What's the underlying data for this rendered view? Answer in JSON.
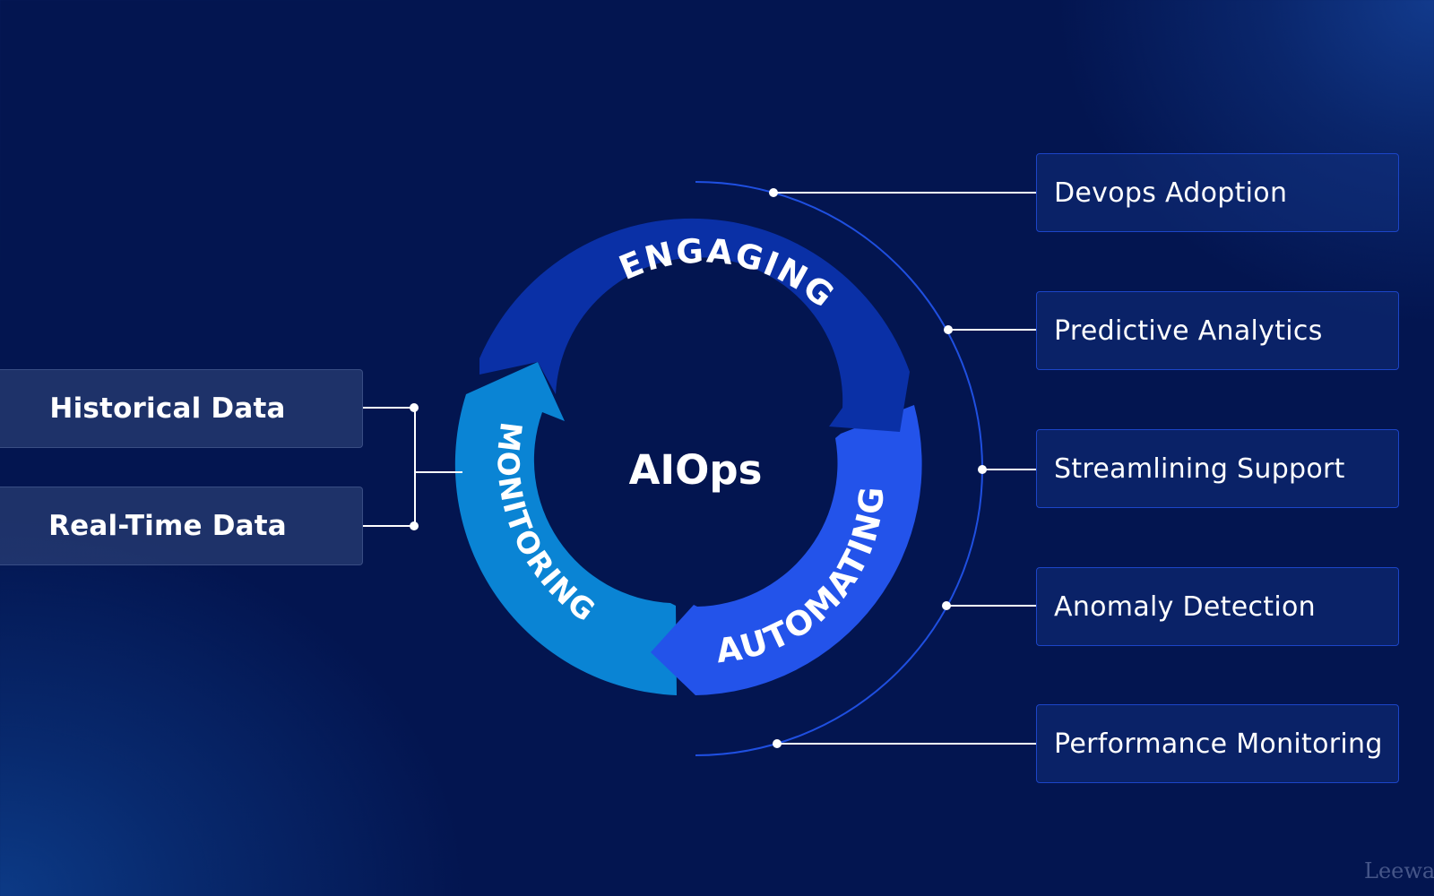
{
  "center_label": "AIOps",
  "cycle": {
    "engaging": "ENGAGING",
    "automating": "AUTOMATING",
    "monitoring": "MONITORING"
  },
  "inputs": [
    {
      "label": "Historical Data"
    },
    {
      "label": "Real-Time Data"
    }
  ],
  "outcomes": [
    {
      "label": "Devops Adoption"
    },
    {
      "label": "Predictive Analytics"
    },
    {
      "label": "Streamlining Support"
    },
    {
      "label": "Anomaly Detection"
    },
    {
      "label": "Performance Monitoring"
    }
  ],
  "watermark": "Leewa",
  "colors": {
    "background": "#031550",
    "engaging_arrow": "#0a30a6",
    "automating_arrow": "#2353ea",
    "monitoring_arrow": "#0a84d4",
    "outer_arc": "#1f4fe0"
  }
}
